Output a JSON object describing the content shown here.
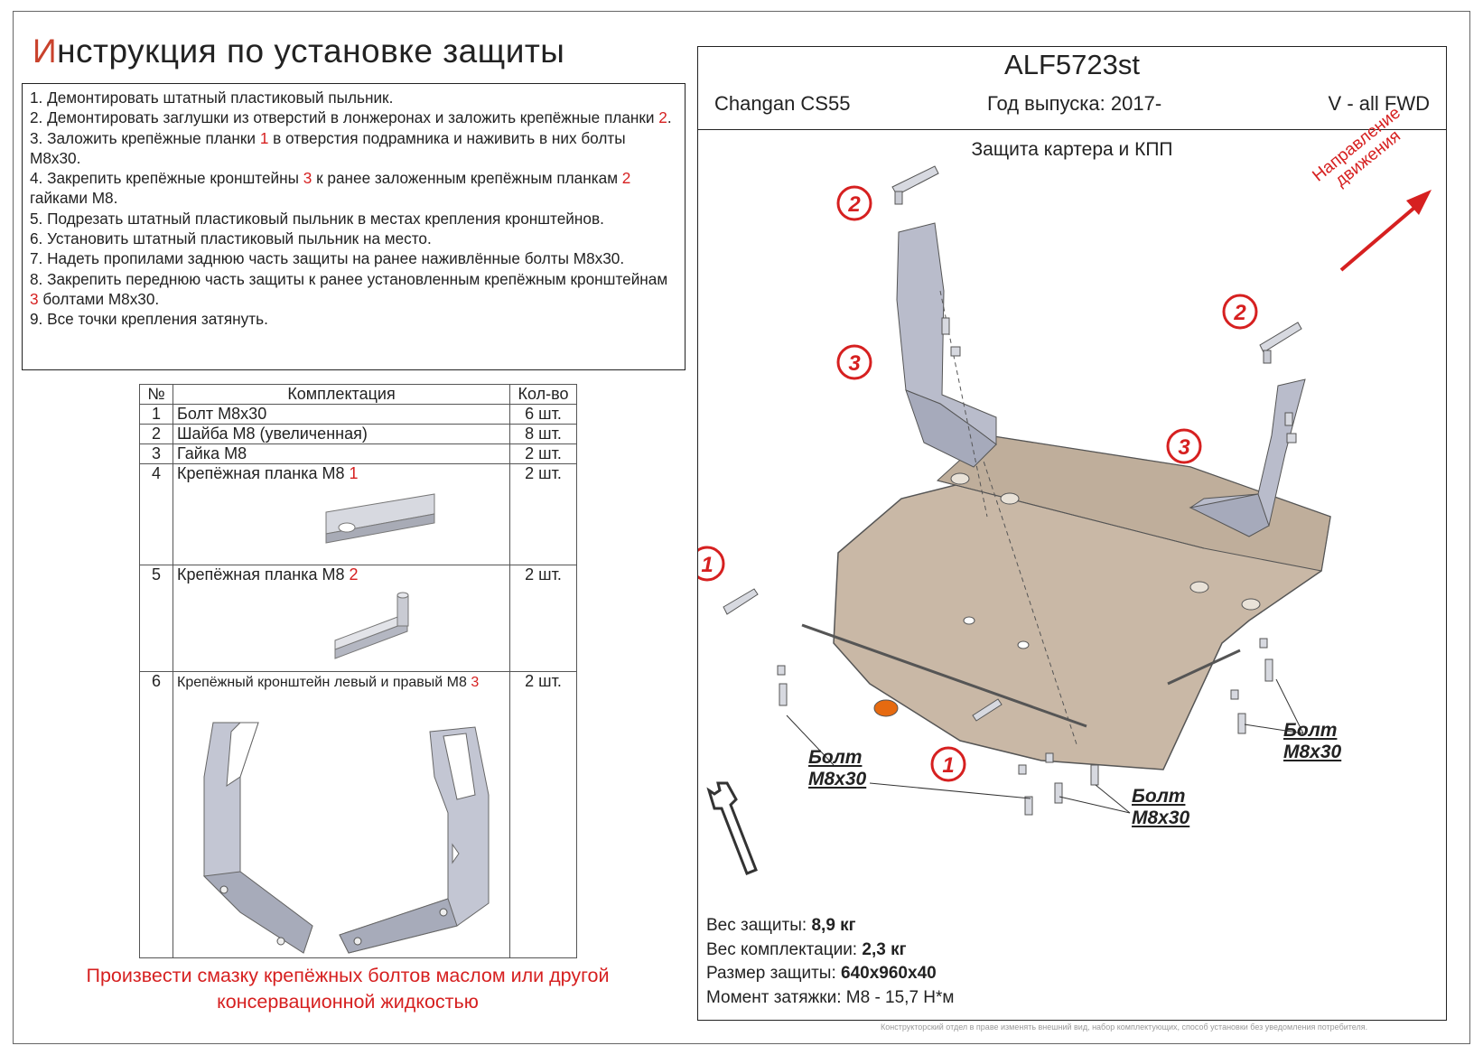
{
  "title": {
    "first_letter": "И",
    "rest": "нструкция по установке защиты"
  },
  "steps": [
    {
      "before": "1. Демонтировать штатный пластиковый пыльник.",
      "red": "",
      "after": ""
    },
    {
      "before": "2. Демонтировать заглушки из отверстий в лонжеронах и заложить крепёжные планки ",
      "red": "2",
      "after": "."
    },
    {
      "before": "3. Заложить крепёжные планки ",
      "red": "1",
      "after": " в отверстия подрамника и наживить в них болты М8х30."
    },
    {
      "before": "4. Закрепить крепёжные кронштейны ",
      "red": "3",
      "after": " к ранее заложенным крепёжным планкам "
    },
    {
      "before": "",
      "red": "2",
      "after": " гайками М8."
    },
    {
      "before": "5. Подрезать штатный пластиковый пыльник в местах крепления кронштейнов.",
      "red": "",
      "after": ""
    },
    {
      "before": "6. Установить штатный пластиковый пыльник на место.",
      "red": "",
      "after": ""
    },
    {
      "before": "7. Надеть пропилами заднюю часть защиты на ранее наживлённые болты М8х30.",
      "red": "",
      "after": ""
    },
    {
      "before": "8. Закрепить переднюю часть защиты к ранее установленным крепёжным кронштейнам ",
      "red": "3",
      "after": " болтами М8х30."
    },
    {
      "before": "9. Все точки крепления затянуть.",
      "red": "",
      "after": ""
    }
  ],
  "kit_table": {
    "headers": [
      "№",
      "Комплектация",
      "Кол-во"
    ],
    "rows": [
      {
        "n": "1",
        "name": "Болт М8х30",
        "ref": "",
        "qty": "6 шт."
      },
      {
        "n": "2",
        "name": "Шайба М8 (увеличенная)",
        "ref": "",
        "qty": "8 шт."
      },
      {
        "n": "3",
        "name": "Гайка М8",
        "ref": "",
        "qty": "2 шт."
      },
      {
        "n": "4",
        "name": "Крепёжная планка М8 ",
        "ref": "1",
        "qty": "2 шт."
      },
      {
        "n": "5",
        "name": "Крепёжная планка М8 ",
        "ref": "2",
        "qty": "2 шт."
      },
      {
        "n": "6",
        "name": "Крепёжный кронштейн левый и правый М8 ",
        "ref": "3",
        "qty": "2 шт."
      }
    ]
  },
  "lubrication_note": "Произвести смазку крепёжных болтов маслом или другой консервационной жидкостью",
  "header": {
    "code": "ALF5723st",
    "model": "Changan CS55",
    "year": "Год выпуска: 2017-",
    "variant": "V - all FWD"
  },
  "drawing": {
    "subtitle": "Защита картера и КПП",
    "direction_line1": "Направление",
    "direction_line2": "движения",
    "bolt_label_line1": "Болт",
    "bolt_label_line2": "M8x30",
    "callouts": [
      "2",
      "3",
      "2",
      "3",
      "1",
      "1"
    ]
  },
  "specs": [
    {
      "label": "Вес защиты: ",
      "value": "8,9 кг"
    },
    {
      "label": "Вес комплектации: ",
      "value": "2,3 кг"
    },
    {
      "label": "Размер защиты: ",
      "value": "640х960х40"
    },
    {
      "label": "Момент затяжки:  ",
      "value": "М8 - 15,7 Н*м"
    }
  ],
  "disclaimer": "Конструкторский отдел в праве изменять внешний вид, набор комплектующих, способ установки без уведомления потребителя.",
  "colors": {
    "accent_red": "#d62020",
    "plate": "#c9b8a6",
    "bracket": "#b9bccb",
    "title_letter": "#c9422c"
  }
}
